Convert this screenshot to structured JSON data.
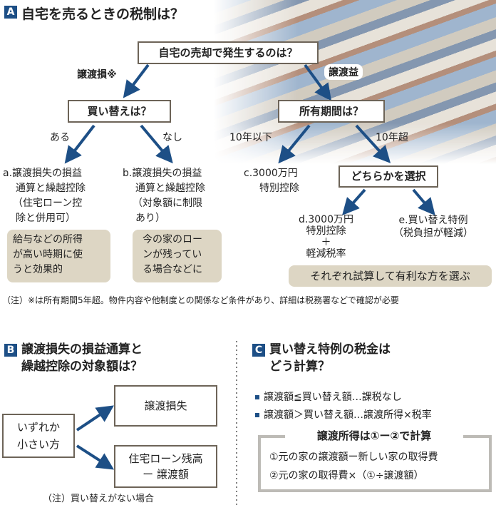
{
  "colors": {
    "accent": "#1d4f86",
    "beige": "#ddd6c4",
    "frame": "#6d6458"
  },
  "sectionA": {
    "badge": "A",
    "title": "自宅を売るときの税制は？",
    "root_question": "自宅の売却で発生するのは？",
    "loss_label": "譲渡損※",
    "gain_label": "譲渡益",
    "q_replace": "買い替えは？",
    "q_period": "所有期間は？",
    "yes": "ある",
    "no": "なし",
    "le10": "10年以下",
    "gt10": "10年超",
    "choose": "どちらかを選択",
    "a": [
      "a.譲渡損失の損益",
      "通算と繰越控除",
      "（住宅ローン控",
      "除と併用可）"
    ],
    "b": [
      "b.譲渡損失の損益",
      "通算と繰越控除",
      "（対象額に制限",
      "あり）"
    ],
    "c": [
      "c.3000万円",
      "特別控除"
    ],
    "d": [
      "d.3000万円",
      "特別控除",
      "＋",
      "軽減税率"
    ],
    "e": [
      "e.買い替え特例",
      "（税負担が軽減）"
    ],
    "tip_a": [
      "給与などの所得",
      "が高い時期に使",
      "うと効果的"
    ],
    "tip_b": [
      "今の家のロー",
      "ンが残ってい",
      "る場合などに"
    ],
    "tip_de": "それぞれ試算して有利な方を選ぶ",
    "note": "（注）※は所有期間5年超。物件内容や他制度との関係など条件があり、詳細は税務署などで確認が必要"
  },
  "sectionB": {
    "badge": "B",
    "title": [
      "譲渡損失の損益通算と",
      "繰越控除の対象額は？"
    ],
    "min_box": [
      "いずれか",
      "小さい方"
    ],
    "loss_box": "譲渡損失",
    "loan_box": [
      "住宅ローン残高",
      "ー 譲渡額"
    ],
    "note": "（注）買い替えがない場合"
  },
  "sectionC": {
    "badge": "C",
    "title": [
      "買い替え特例の税金は",
      "どう計算？"
    ],
    "bullets": [
      "譲渡額≦買い替え額…課税なし",
      "譲渡額＞買い替え額…譲渡所得×税率"
    ],
    "frame_title": "譲渡所得は①ー②で計算",
    "lines": [
      "①元の家の譲渡額ー新しい家の取得費",
      "②元の家の取得費×（①÷譲渡額）"
    ]
  }
}
